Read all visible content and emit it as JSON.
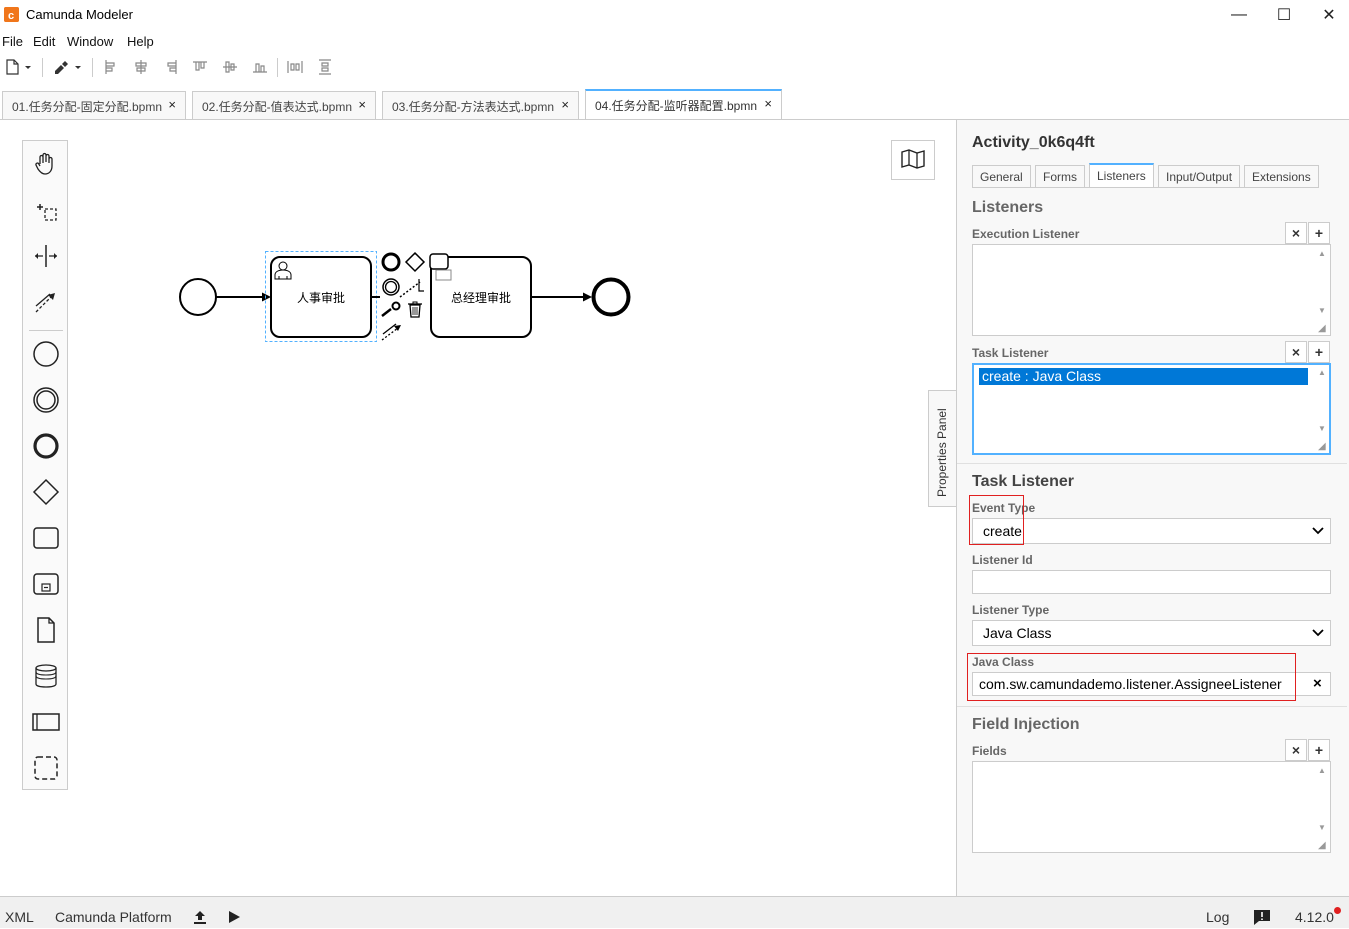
{
  "window": {
    "title": "Camunda Modeler",
    "controls": {
      "minimize": "—",
      "maximize": "☐",
      "close": "✕"
    }
  },
  "menu": [
    "File",
    "Edit",
    "Window",
    "Help"
  ],
  "tabs": [
    {
      "label": "01.任务分配-固定分配.bpmn",
      "active": false
    },
    {
      "label": "02.任务分配-值表达式.bpmn",
      "active": false
    },
    {
      "label": "03.任务分配-方法表达式.bpmn",
      "active": false
    },
    {
      "label": "04.任务分配-监听器配置.bpmn",
      "active": true
    }
  ],
  "tab_close": "×",
  "diagram": {
    "task1_label": "人事审批",
    "task2_label": "总经理审批"
  },
  "panel_toggle_label": "Properties Panel",
  "properties": {
    "element_id": "Activity_0k6q4ft",
    "tabs": [
      "General",
      "Forms",
      "Listeners",
      "Input/Output",
      "Extensions"
    ],
    "active_tab": "Listeners",
    "listeners_section": "Listeners",
    "execution_listener_label": "Execution Listener",
    "task_listener_label": "Task Listener",
    "task_listener_items": [
      "create : Java Class"
    ],
    "task_listener_section": "Task Listener",
    "event_type_label": "Event Type",
    "event_type_value": "create",
    "listener_id_label": "Listener Id",
    "listener_id_value": "",
    "listener_type_label": "Listener Type",
    "listener_type_value": "Java Class",
    "java_class_label": "Java Class",
    "java_class_value": "com.sw.camundademo.listener.AssigneeListener",
    "field_injection_section": "Field Injection",
    "fields_label": "Fields",
    "remove_symbol": "×",
    "add_symbol": "+",
    "clear_symbol": "×"
  },
  "statusbar": {
    "xml": "XML",
    "platform": "Camunda Platform",
    "log": "Log",
    "version": "4.12.0"
  },
  "colors": {
    "accent": "#52b1ff",
    "brand": "#f0761b",
    "highlight_red": "#e02020",
    "selection": "#0078d7"
  }
}
